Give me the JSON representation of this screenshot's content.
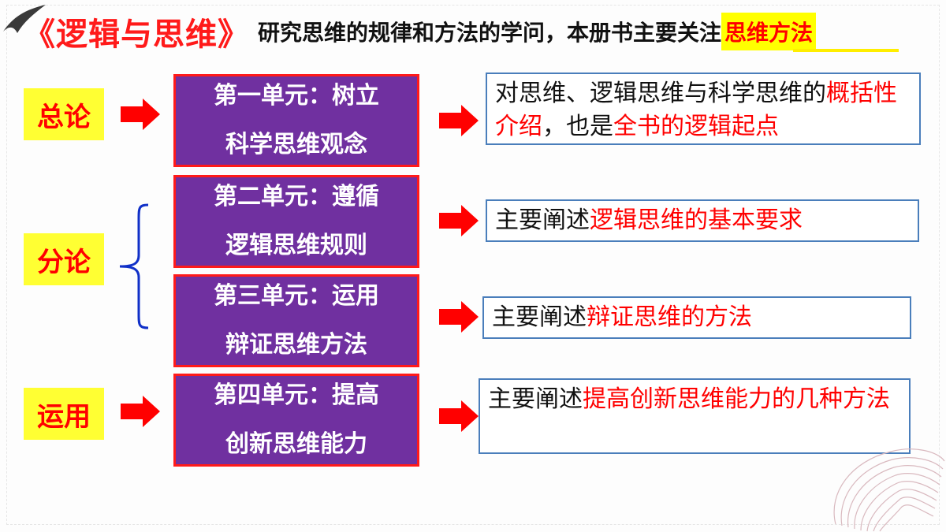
{
  "title": {
    "book": "《逻辑与思维》",
    "description": "研究思维的规律和方法的学问，本册书主要关注",
    "highlight": "思维方法"
  },
  "labels": {
    "general": "总论",
    "detail": "分论",
    "application": "运用"
  },
  "units": [
    {
      "line1": "第一单元：树立",
      "line2": "科学思维观念"
    },
    {
      "line1": "第二单元：遵循",
      "line2": "逻辑思维规则"
    },
    {
      "line1": "第三单元：运用",
      "line2": "辩证思维方法"
    },
    {
      "line1": "第四单元：提高",
      "line2": "创新思维能力"
    }
  ],
  "descriptions": [
    {
      "plain": "对思维、逻辑思维与科学思维的",
      "red1": "概括性介绍",
      "mid": "，也是",
      "red2": "全书的逻辑起点"
    },
    {
      "plain": "主要阐述",
      "red1": "逻辑思维的基本要求"
    },
    {
      "plain": "主要阐述",
      "red1": "辩证思维的方法"
    },
    {
      "plain": "主要阐述",
      "red1": "提高创新思维能力的几种方法"
    }
  ],
  "colors": {
    "purple": "#7030a0",
    "red": "#ff0000",
    "yellow": "#ffff33",
    "blue_border": "#4a7ebb",
    "brace_blue": "#1030c8"
  }
}
